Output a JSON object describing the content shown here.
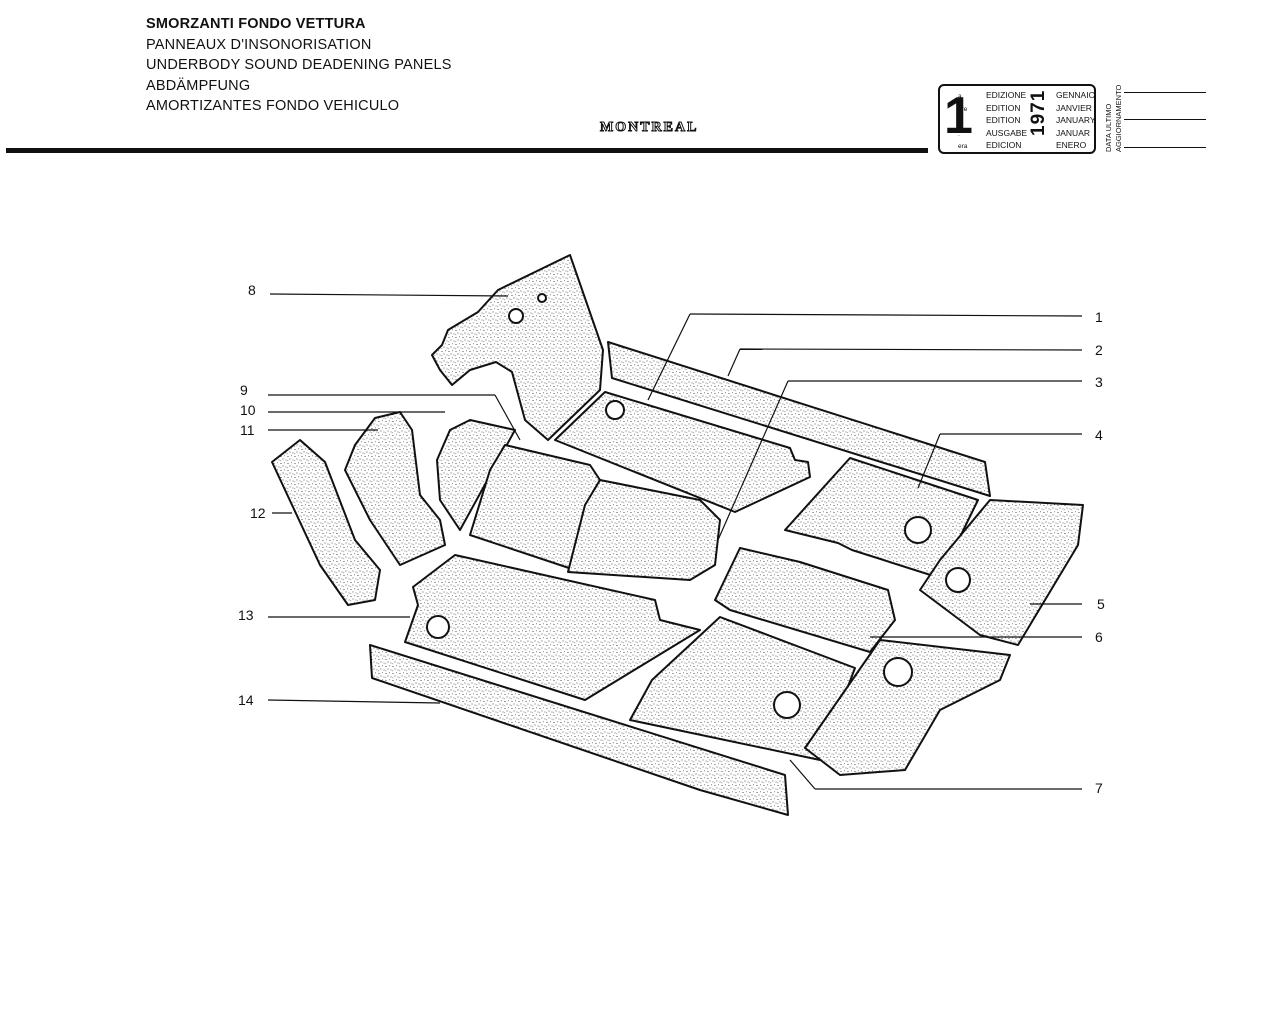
{
  "header": {
    "titles": [
      "SMORZANTI FONDO VETTURA",
      "PANNEAUX D'INSONORISATION",
      "UNDERBODY SOUND DEADENING PANELS",
      "ABDÄMPFUNG",
      "AMORTIZANTES FONDO VEHICULO"
    ],
    "brand": "MONTREAL"
  },
  "edition": {
    "number": "1",
    "superscripts": [
      "a",
      "ere",
      "st",
      ".",
      "era"
    ],
    "labels": [
      "EDIZIONE",
      "EDITION",
      "EDITION",
      "AUSGABE",
      "EDICION"
    ],
    "year": "1971",
    "months": [
      "GENNAIO",
      "JANVIER",
      "JANUARY",
      "JANUAR",
      "ENERO"
    ],
    "update_label_1": "DATA ULTIMO",
    "update_label_2": "AGGIORNAMENTO"
  },
  "callouts": [
    "1",
    "2",
    "3",
    "4",
    "5",
    "6",
    "7",
    "8",
    "9",
    "10",
    "11",
    "12",
    "13",
    "14"
  ]
}
